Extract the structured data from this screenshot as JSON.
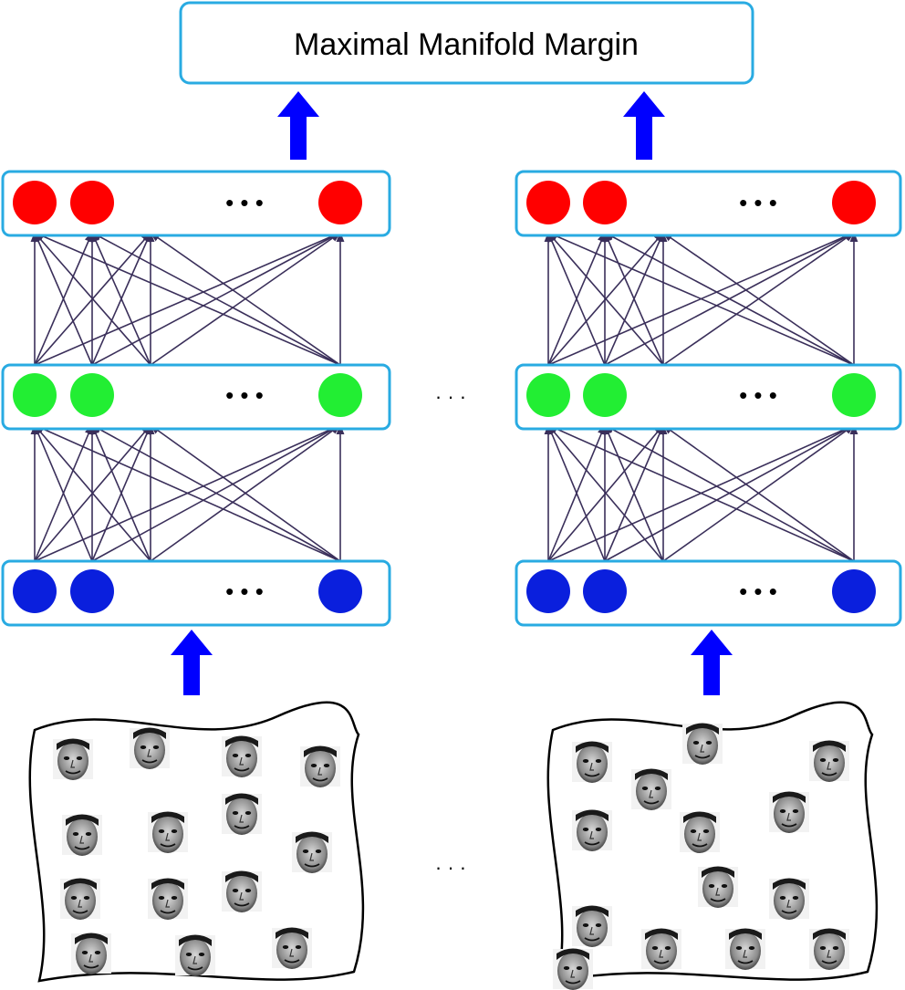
{
  "objective": {
    "label": "Maximal Manifold Margin",
    "border_color": "#29abe2"
  },
  "between_networks_ellipsis": "· · ·",
  "between_manifolds_ellipsis": "· · ·",
  "layer_ellipsis": "• • •",
  "colors": {
    "layer_border": "#29abe2",
    "output_node": "#ff0000",
    "hidden_node": "#22ee33",
    "input_node": "#0a1fdd",
    "arrow": "#0000ff",
    "connection": "#3a2f5a"
  },
  "networks": [
    {
      "id": "left",
      "layers": [
        {
          "role": "output",
          "nodes": 3
        },
        {
          "role": "hidden",
          "nodes": 3
        },
        {
          "role": "input",
          "nodes": 3
        }
      ],
      "manifold": {
        "images": 14,
        "icon": "face-photo-icon"
      }
    },
    {
      "id": "right",
      "layers": [
        {
          "role": "output",
          "nodes": 3
        },
        {
          "role": "hidden",
          "nodes": 3
        },
        {
          "role": "input",
          "nodes": 3
        }
      ],
      "manifold": {
        "images": 14,
        "icon": "face-photo-icon"
      }
    }
  ]
}
